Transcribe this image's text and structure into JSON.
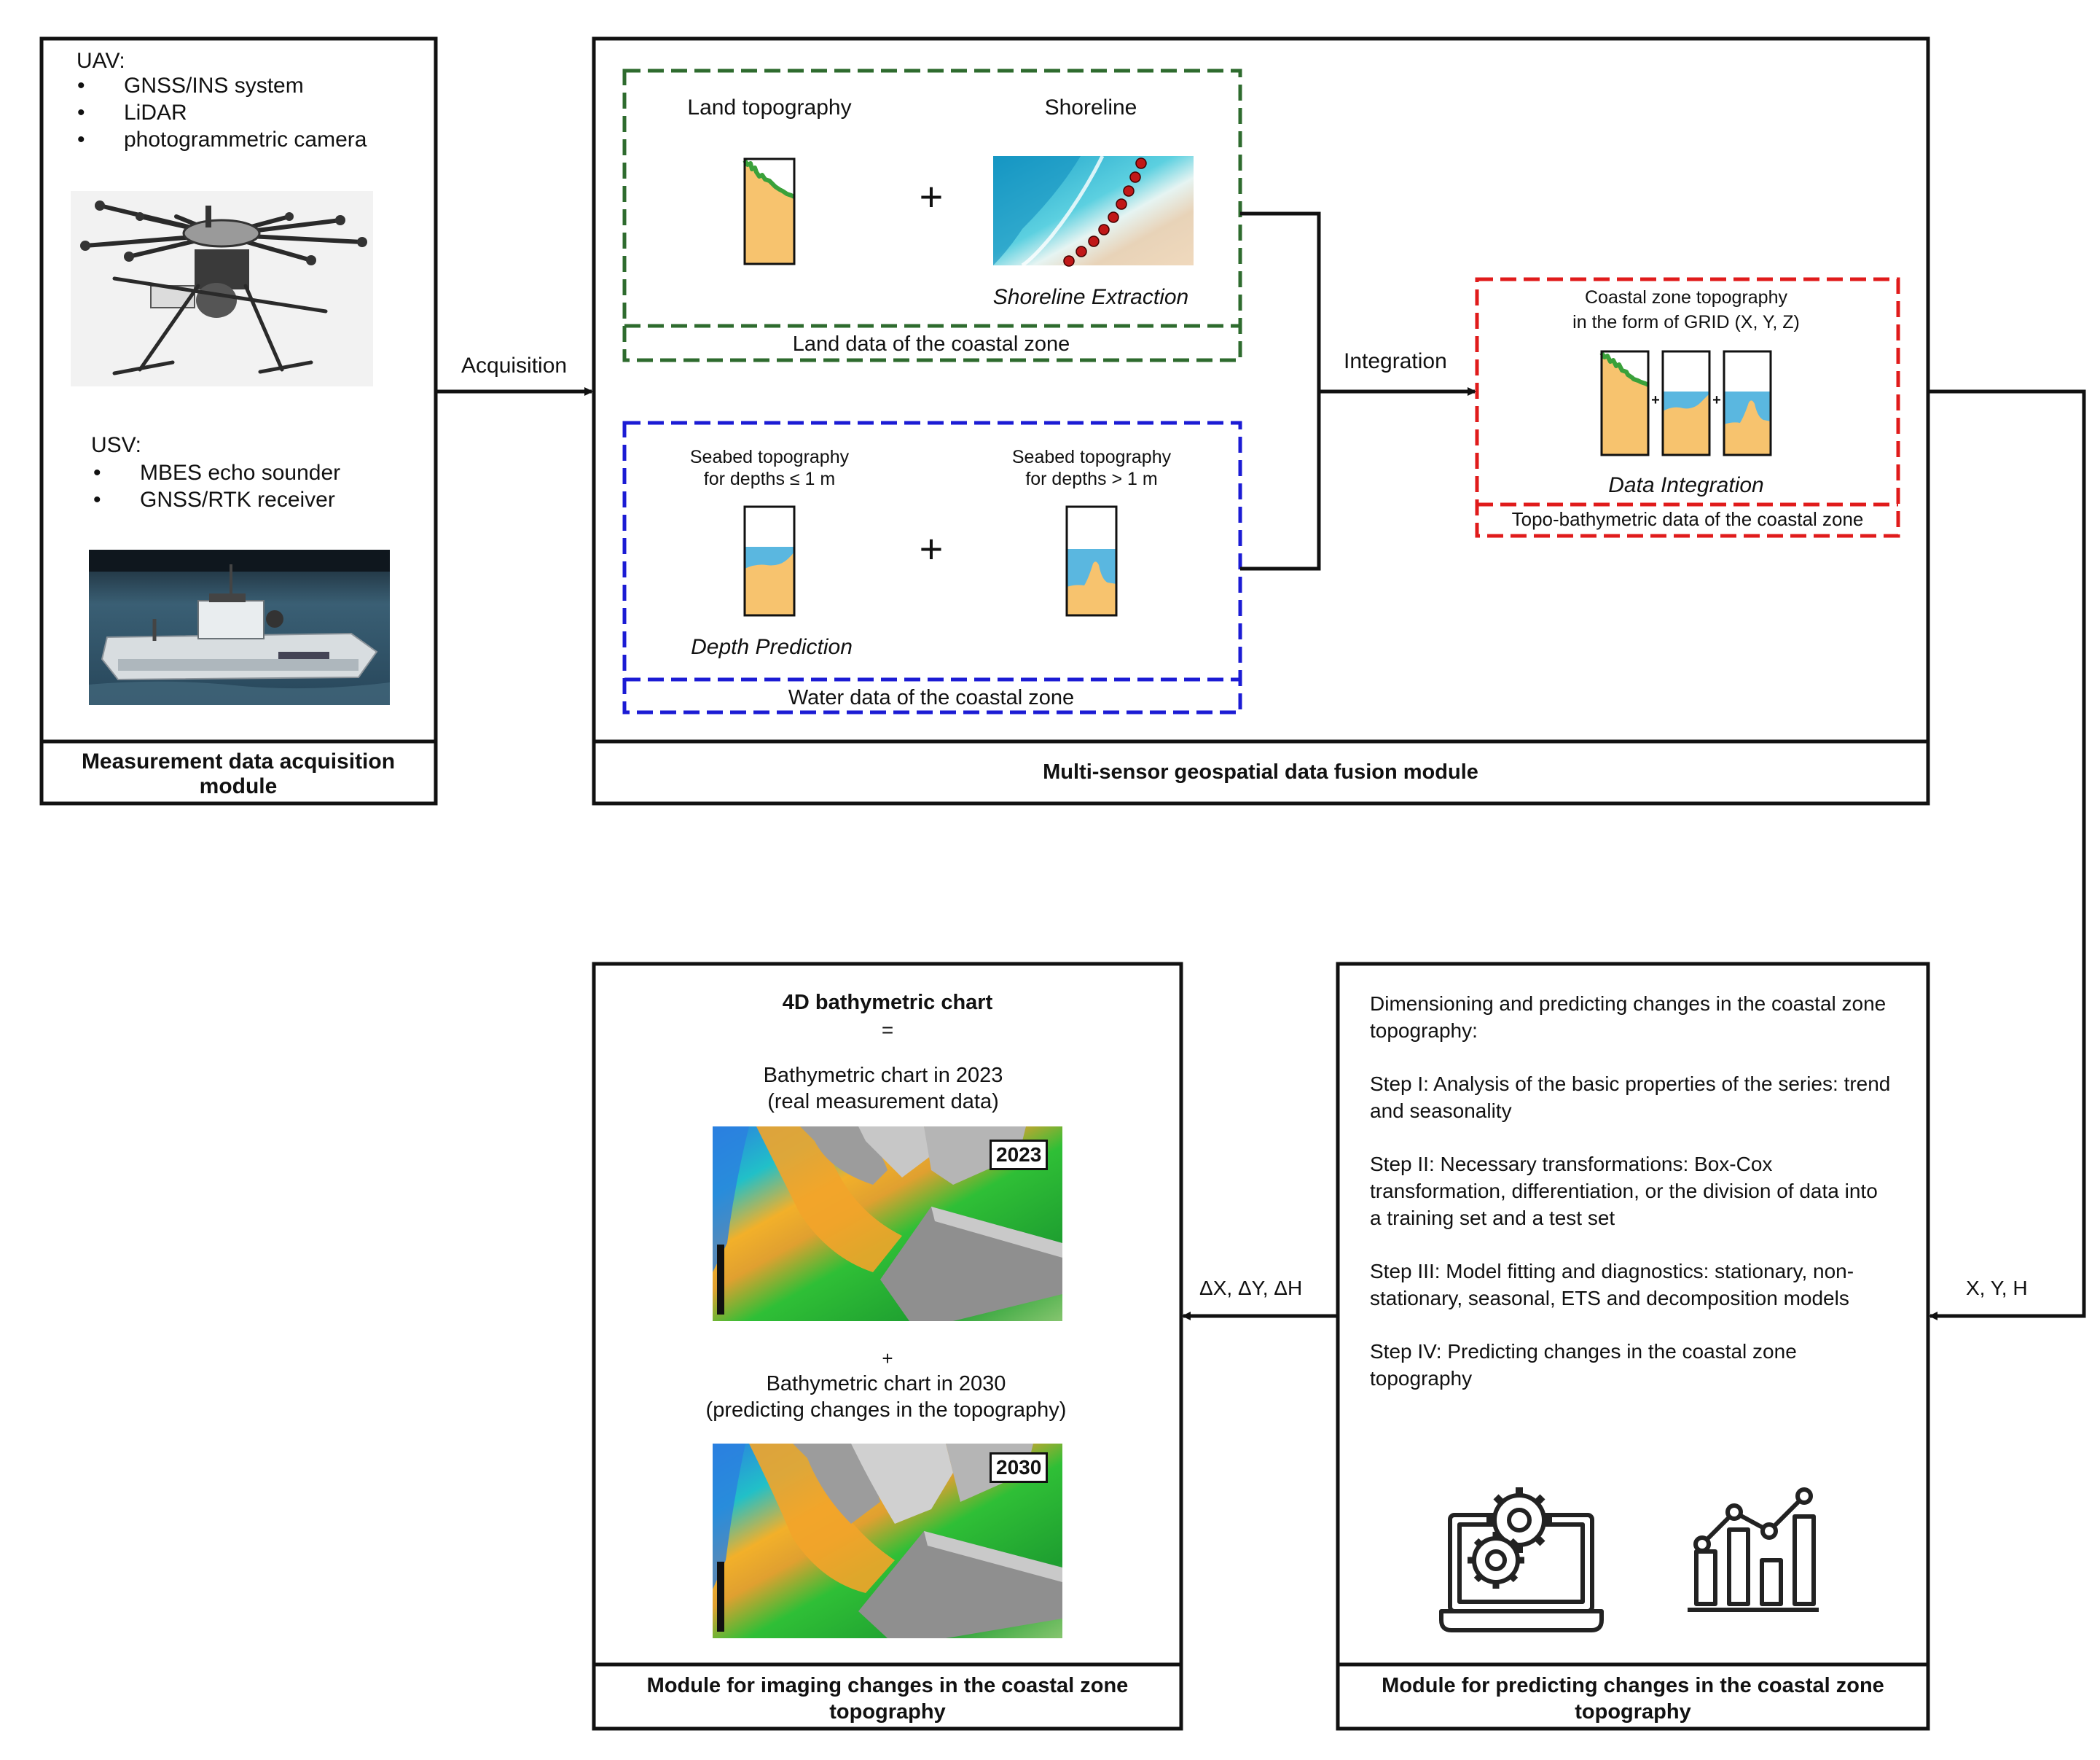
{
  "acquisition_module": {
    "uav_title": "UAV:",
    "uav_items": [
      "GNSS/INS system",
      "LiDAR",
      "photogrammetric camera"
    ],
    "usv_title": "USV:",
    "usv_items": [
      "MBES echo sounder",
      "GNSS/RTK receiver"
    ],
    "footer": "Measurement data acquisition module"
  },
  "arrows": {
    "acquisition": "Acquisition",
    "integration": "Integration",
    "xyh": "X, Y, H",
    "delta": "ΔX, ΔY, ΔH"
  },
  "fusion_module": {
    "footer": "Multi-sensor geospatial data fusion module",
    "land": {
      "land_topo_label": "Land topography",
      "shoreline_label": "Shoreline",
      "plus": "+",
      "shoreline_extraction": "Shoreline Extraction",
      "footer": "Land data of the coastal zone"
    },
    "water": {
      "shallow_label_1": "Seabed topography",
      "shallow_label_2": "for depths ≤ 1 m",
      "deep_label_1": "Seabed topography",
      "deep_label_2": "for depths  > 1 m",
      "plus": "+",
      "depth_prediction": "Depth Prediction",
      "footer": "Water data of the coastal zone"
    },
    "integration": {
      "title_1": "Coastal zone topography",
      "title_2": "in the form of GRID (X, Y, Z)",
      "plus": "+",
      "caption": "Data Integration",
      "footer": "Topo-bathymetric data of the coastal zone"
    }
  },
  "imaging_module": {
    "title": "4D bathymetric chart",
    "equals": "=",
    "chart1_line1": "Bathymetric chart in 2023",
    "chart1_line2": "(real measurement data)",
    "year1": "2023",
    "plus": "+",
    "chart2_line1": "Bathymetric chart in 2030",
    "chart2_line2": "(predicting changes in the topography)",
    "year2": "2030",
    "footer": "Module for imaging changes in the coastal zone topography"
  },
  "prediction_module": {
    "intro": "Dimensioning and predicting changes in the coastal zone topography:",
    "steps": [
      "Step I: Analysis of the basic properties of the series: trend and seasonality",
      "Step II: Necessary transformations: Box-Cox transformation, differentiation, or the division of data into a training set and a test set",
      "Step III: Model fitting and diagnostics: stationary, non-stationary, seasonal, ETS and decomposition models",
      "Step IV: Predicting changes in the coastal zone topography"
    ],
    "footer": "Module for predicting changes in the coastal zone topography"
  },
  "colors": {
    "land_box": "#2e6b2e",
    "water_box": "#1b1bd4",
    "integration_box": "#e01b1b",
    "sand": "#f7c36e",
    "water": "#5ab7e0",
    "vegetation": "#3aa13a"
  },
  "icons": [
    "drone-icon",
    "boat-icon",
    "gears-laptop-icon",
    "bar-line-chart-icon"
  ]
}
